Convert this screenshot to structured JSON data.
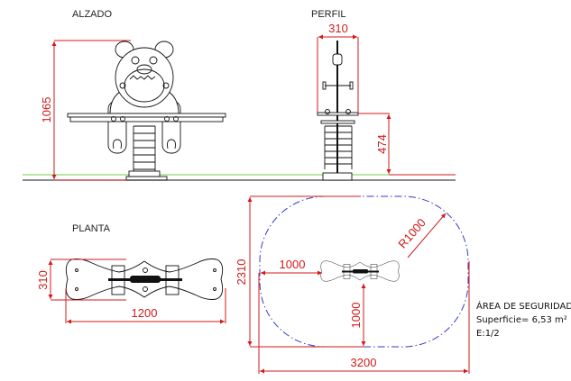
{
  "views": {
    "elevation": {
      "title": "ALZADO",
      "height_dim": "1065"
    },
    "profile": {
      "title": "PERFIL",
      "width_dim": "310",
      "seat_height_dim": "474"
    },
    "plan": {
      "title": "PLANTA",
      "width_dim": "310",
      "length_dim": "1200"
    },
    "safety_area": {
      "height_dim": "2310",
      "width_dim": "3200",
      "offset_x_dim": "1000",
      "offset_y_dim": "1000",
      "radius_dim": "R1000"
    }
  },
  "notes": {
    "title": "ÁREA DE SEGURIDAD",
    "surface": "Superficie= 6,53 m²",
    "scale": "E:1/2"
  },
  "colors": {
    "dimension": "#d11a1a",
    "ground": "#6fd14a",
    "safety_boundary": "#3a3ac8",
    "outline": "#111111"
  }
}
